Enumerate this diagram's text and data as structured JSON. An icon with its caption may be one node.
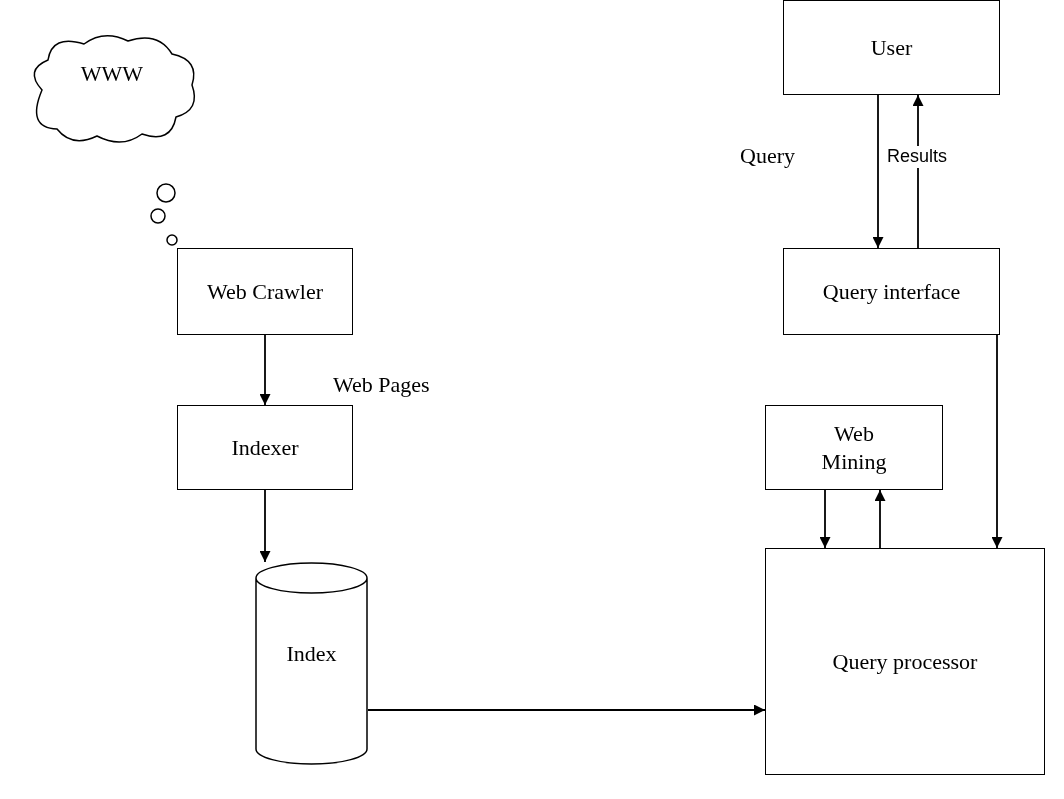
{
  "diagram": {
    "nodes": [
      {
        "text": [
          "WWW"
        ]
      },
      {
        "text": [
          "Web Crawler"
        ]
      },
      {
        "text": [
          "Indexer"
        ]
      },
      {
        "text": [
          "Index"
        ]
      },
      {
        "text": [
          "User"
        ]
      },
      {
        "text": [
          "Query interface"
        ]
      },
      {
        "text": [
          "Web Mining"
        ]
      },
      {
        "text": [
          "Query processor"
        ]
      }
    ],
    "edges": [
      {
        "from": 1,
        "to": 2,
        "arrow": "to",
        "label": "Web Pages"
      },
      {
        "from": 2,
        "to": 3,
        "arrow": "to"
      },
      {
        "from": 3,
        "to": 7,
        "arrow": "to"
      },
      {
        "from": 4,
        "to": 5,
        "arrow": "to",
        "label": "Query"
      },
      {
        "from": 5,
        "to": 4,
        "arrow": "to",
        "label": "Results"
      },
      {
        "from": 5,
        "to": 7,
        "arrow": "to"
      },
      {
        "from": 6,
        "to": 7,
        "arrow": "to"
      },
      {
        "from": 7,
        "to": 6,
        "arrow": "to"
      }
    ]
  }
}
